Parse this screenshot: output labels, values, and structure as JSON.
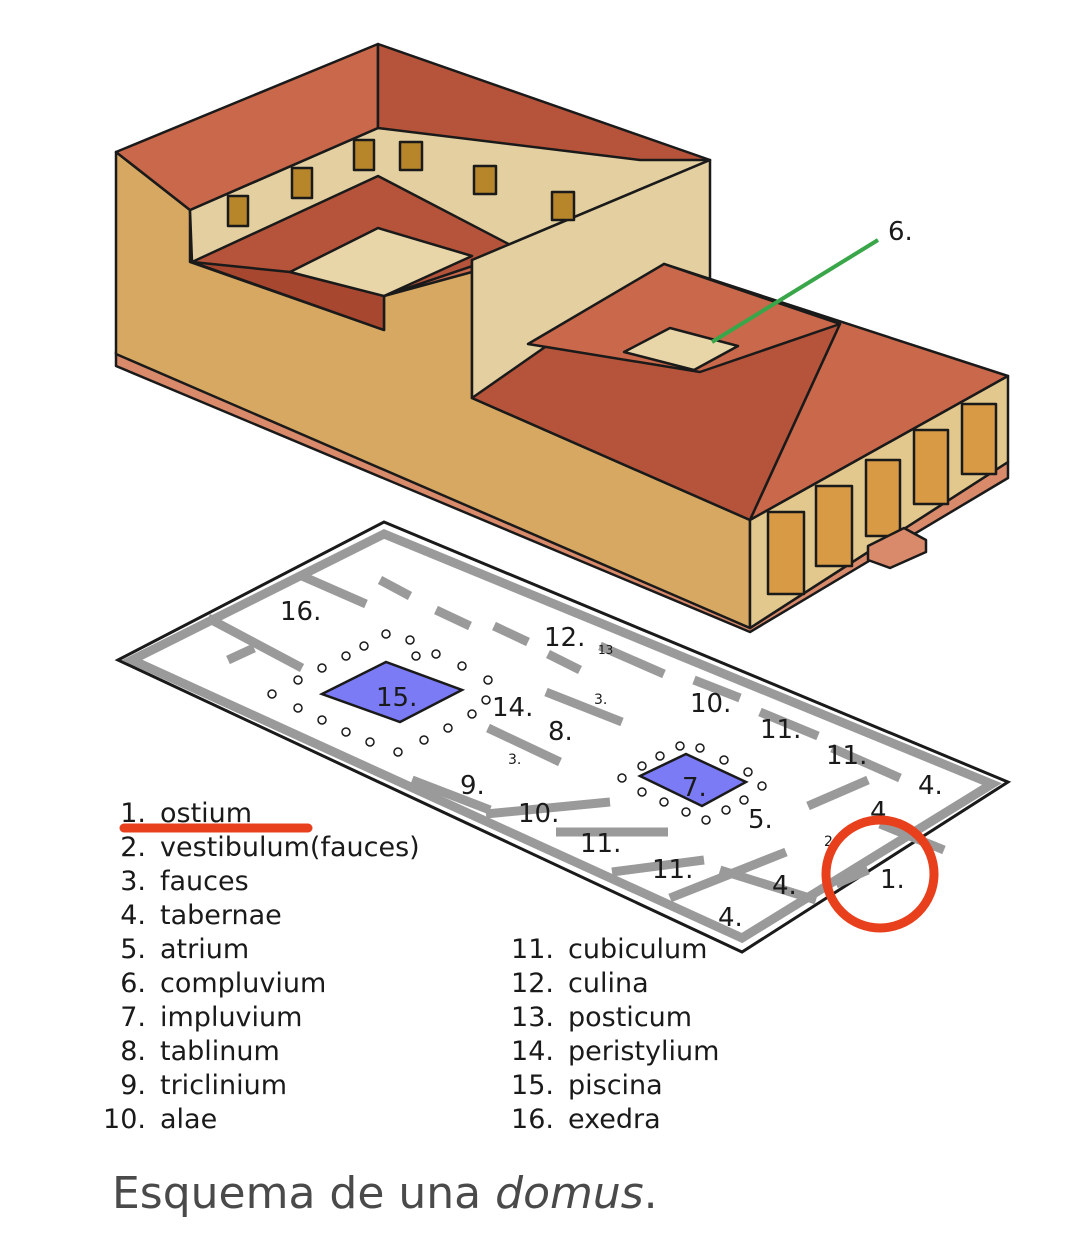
{
  "diagram": {
    "labels": {
      "l16": "16.",
      "l15": "15.",
      "l14": "14.",
      "l13": "13",
      "l12": "12.",
      "l11a": "11.",
      "l11b": "11.",
      "l11c": "11.",
      "l11d": "11.",
      "l10a": "10.",
      "l10b": "10.",
      "l9": "9.",
      "l8": "8.",
      "l7": "7.",
      "l6": "6.",
      "l5": "5.",
      "l4a": "4.",
      "l4b": "4",
      "l4c": "4.",
      "l4d": "4.",
      "l3a": "3.",
      "l3b": "3.",
      "l2": "2.",
      "l1": "1."
    },
    "annotation_colors": {
      "underline": "#e8401c",
      "circle": "#e8401c",
      "leader_line": "#3aa64a"
    }
  },
  "legend": {
    "left": [
      {
        "num": "1.",
        "term": "ostium"
      },
      {
        "num": "2.",
        "term": "vestibulum(fauces)"
      },
      {
        "num": "3.",
        "term": "fauces"
      },
      {
        "num": "4.",
        "term": "tabernae"
      },
      {
        "num": "5.",
        "term": "atrium"
      },
      {
        "num": "6.",
        "term": "compluvium"
      },
      {
        "num": "7.",
        "term": "impluvium"
      },
      {
        "num": "8.",
        "term": "tablinum"
      },
      {
        "num": "9.",
        "term": "triclinium"
      },
      {
        "num": "10.",
        "term": "alae"
      }
    ],
    "right": [
      {
        "num": "11.",
        "term": "cubiculum"
      },
      {
        "num": "12.",
        "term": "culina"
      },
      {
        "num": "13.",
        "term": "posticum"
      },
      {
        "num": "14.",
        "term": "peristylium"
      },
      {
        "num": "15.",
        "term": "piscina"
      },
      {
        "num": "16.",
        "term": "exedra"
      }
    ]
  },
  "caption": {
    "prefix": "Esquema de una ",
    "emphasis": "domus",
    "suffix": "."
  }
}
